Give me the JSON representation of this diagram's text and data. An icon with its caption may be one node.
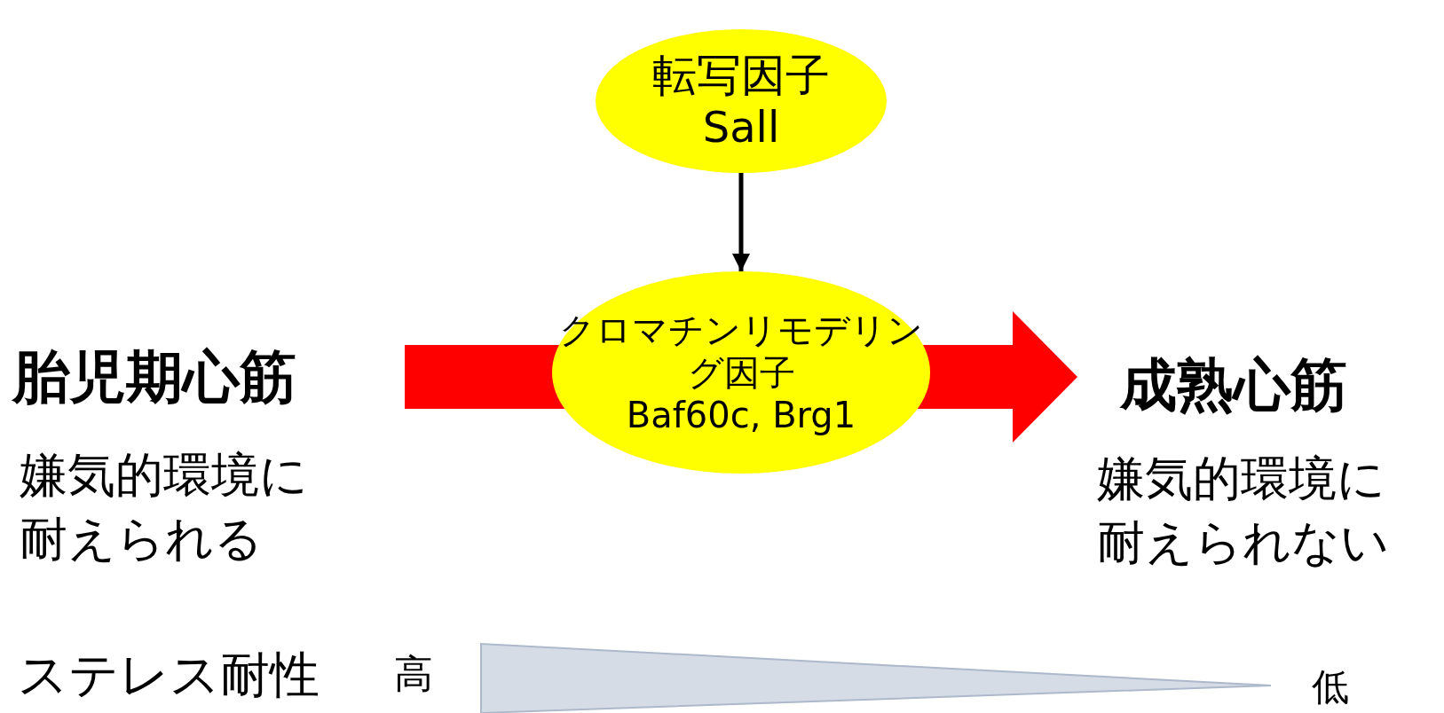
{
  "diagram": {
    "nodes": [
      {
        "text": [
          "転写因子",
          "Sall"
        ]
      },
      {
        "text": [
          "クロマチンリモデリング因子",
          "Baf60c, Brg1"
        ]
      },
      {
        "text": [
          "胎児期心筋"
        ],
        "beside": [
          "嫌気的環境に耐えられる"
        ]
      },
      {
        "text": [
          "成熟心筋"
        ],
        "beside": [
          "嫌気的環境に耐えられない"
        ]
      }
    ],
    "edges": [
      {
        "from": 0,
        "to": 1,
        "arrow": "to"
      },
      {
        "from": 2,
        "to": 3,
        "arrow": "to",
        "style": "thick",
        "color": "#ff0000"
      }
    ],
    "labels": [
      "ステレス耐性",
      "高",
      "低"
    ]
  }
}
